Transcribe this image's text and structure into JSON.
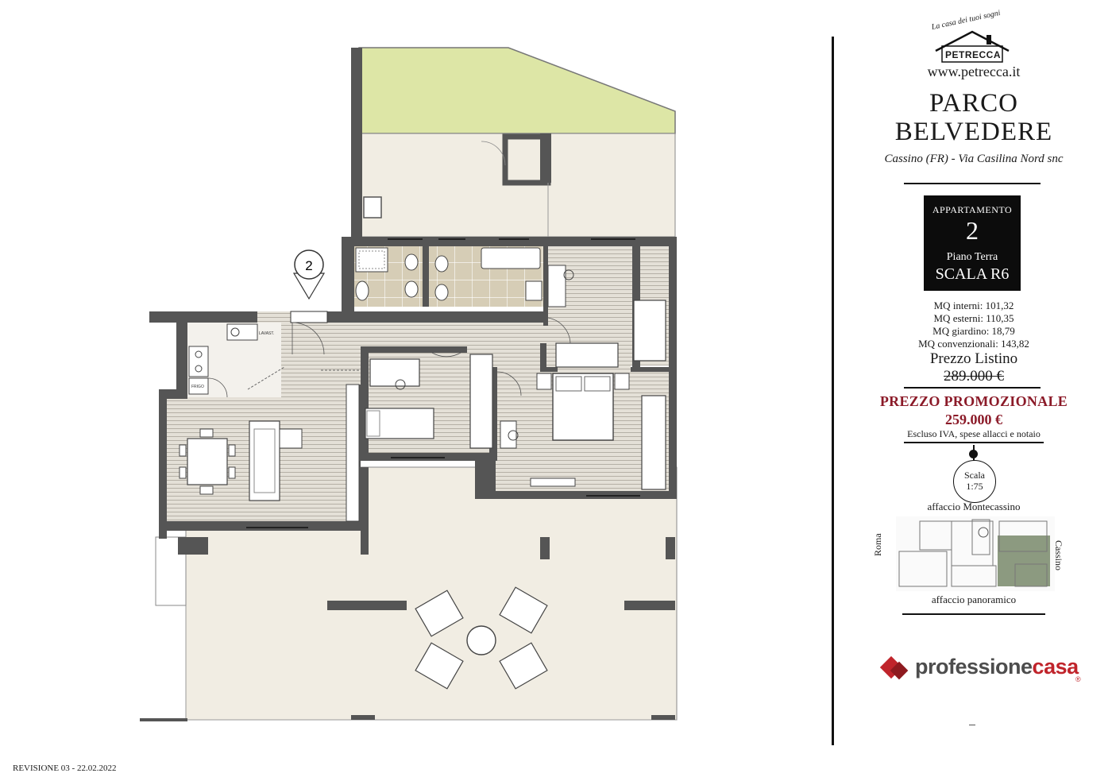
{
  "plan": {
    "marker_number": "2",
    "labels": {
      "lavast": "LAVAST.",
      "frigo": "FRIGO"
    }
  },
  "brand_logo": {
    "tagline": "La casa dei tuoi sogni",
    "name": "PETRECCA",
    "url": "www.petrecca.it"
  },
  "project": {
    "title_line1": "PARCO",
    "title_line2": "BELVEDERE",
    "location": "Cassino (FR) - Via Casilina Nord snc"
  },
  "apartment": {
    "label": "APPARTAMENTO",
    "number": "2",
    "floor": "Piano Terra",
    "scala": "SCALA R6"
  },
  "surfaces": [
    "MQ  interni: 101,32",
    "MQ esterni: 110,35",
    "MQ giardino: 18,79",
    "MQ convenzionali: 143,82"
  ],
  "pricing": {
    "list_label": "Prezzo Listino",
    "list_price": "289.000 €",
    "promo_label": "PREZZO PROMOZIONALE",
    "promo_price": "259.000 €",
    "note": "Escluso IVA, spese allacci e notaio"
  },
  "scale": {
    "label": "Scala",
    "value": "1:75"
  },
  "orientation": {
    "top": "affaccio Montecassino",
    "bottom": "affaccio panoramico",
    "left": "Roma",
    "right": "Cassino"
  },
  "agency": {
    "name_part1": "professione",
    "name_part2": "casa",
    "reg": "®"
  },
  "footer": {
    "revision": "REVISIONE 03 - 22.02.2022"
  },
  "colors": {
    "wall": "#555555",
    "floor_wood": "#d9d5cc",
    "terrace": "#f1ede3",
    "garden": "#dde6a6",
    "tile": "#d8cfb9",
    "promo_red": "#8b1a28",
    "brand_red": "#c0242b"
  }
}
